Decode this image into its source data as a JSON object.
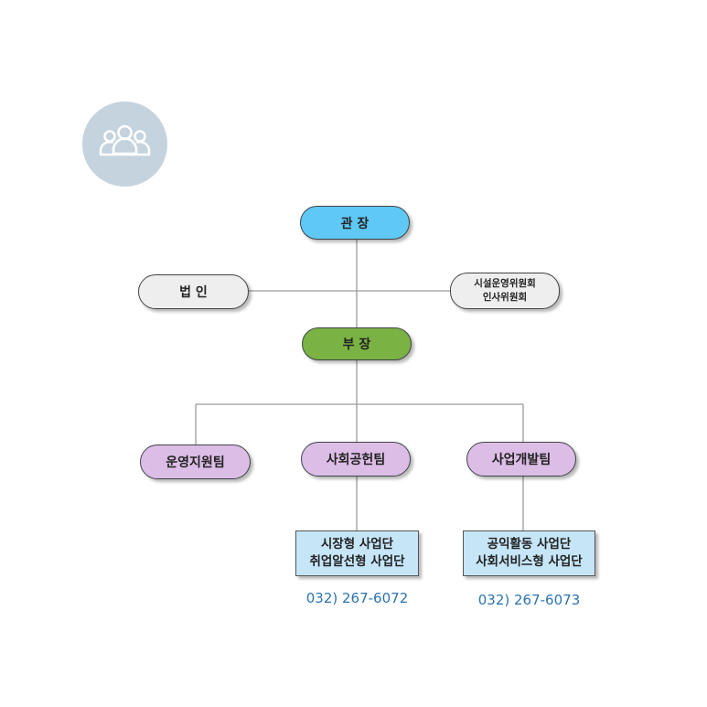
{
  "colors": {
    "director": "#5fc8f5",
    "manager": "#7ab244",
    "team": "#dcbde6",
    "neutral": "#eeeeee",
    "unit_box": "#c6e6f8",
    "phone_text": "#2c73b0",
    "avatar_bg": "#c4d3de"
  },
  "icon": "people-group-icon",
  "org": {
    "director": "관 장",
    "corporation": "법 인",
    "committees": [
      "시설운영위원회",
      "인사위원회"
    ],
    "manager": "부 장",
    "teams": [
      "운영지원팀",
      "사회공헌팀",
      "사업개발팀"
    ],
    "units": [
      {
        "lines": [
          "시장형 사업단",
          "취업알선형 사업단"
        ],
        "phone": "032) 267-6072"
      },
      {
        "lines": [
          "공익활동 사업단",
          "사회서비스형 사업단"
        ],
        "phone": "032) 267-6073"
      }
    ]
  }
}
